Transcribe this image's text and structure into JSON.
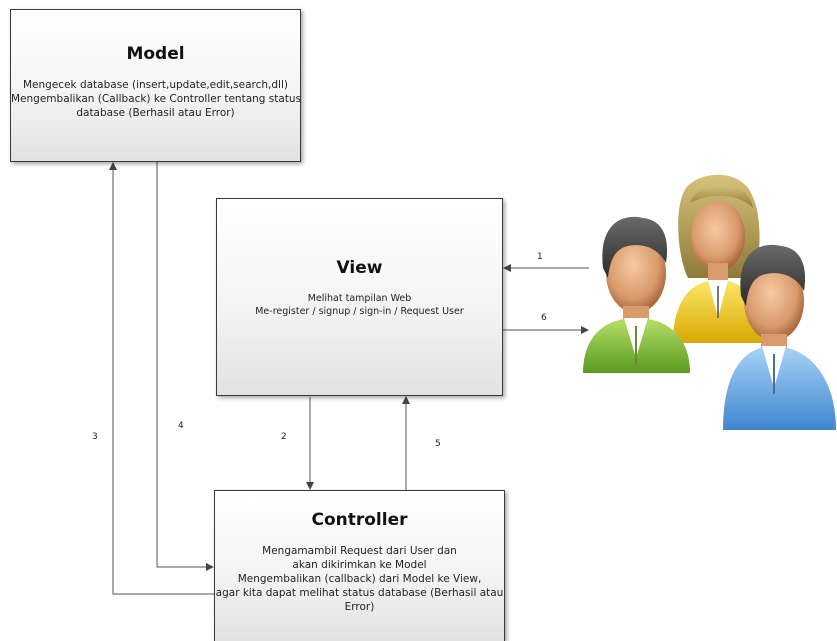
{
  "model": {
    "title": "Model",
    "lines": [
      "Mengecek database (insert,update,edit,search,dll)",
      "Mengembalikan (Callback) ke Controller tentang status",
      "database (Berhasil atau Error)"
    ]
  },
  "view": {
    "title": "View",
    "lines": [
      "Melihat tampilan Web",
      "Me-register / signup / sign-in / Request User"
    ]
  },
  "controller": {
    "title": "Controller",
    "lines": [
      "Mengamambil Request dari User dan",
      "akan dikirimkan ke Model",
      "Mengembalikan (callback) dari Model ke View,",
      "agar kita dapat melihat status database (Berhasil atau",
      "Error)"
    ]
  },
  "arrows": {
    "n1": "1",
    "n2": "2",
    "n3": "3",
    "n4": "4",
    "n5": "5",
    "n6": "6"
  },
  "icons": {
    "users": "users-group-icon"
  },
  "colors": {
    "border": "#3a3a3a",
    "arrow": "#444444",
    "user_green": "#8cc63f",
    "user_yellow": "#f5d415",
    "user_blue": "#6fb2ea"
  }
}
